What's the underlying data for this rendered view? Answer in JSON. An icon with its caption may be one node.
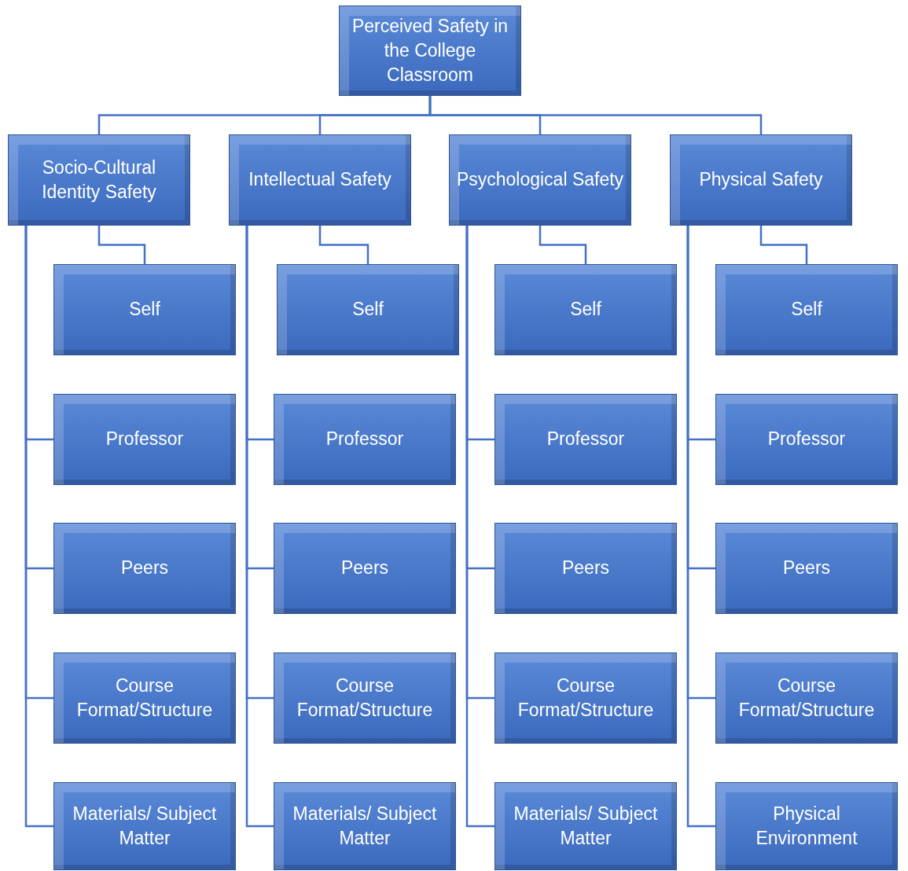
{
  "diagram": {
    "nodes": [
      {
        "text": [
          "Perceived Safety in the College Classroom"
        ]
      },
      {
        "text": [
          "Socio-Cultural Identity Safety"
        ]
      },
      {
        "text": [
          "Intellectual Safety"
        ]
      },
      {
        "text": [
          "Psychological Safety"
        ]
      },
      {
        "text": [
          "Physical Safety"
        ]
      },
      {
        "text": [
          "Self"
        ]
      },
      {
        "text": [
          "Professor"
        ]
      },
      {
        "text": [
          "Peers"
        ]
      },
      {
        "text": [
          "Course Format/Structure"
        ]
      },
      {
        "text": [
          "Materials/ Subject Matter"
        ]
      },
      {
        "text": [
          "Self"
        ]
      },
      {
        "text": [
          "Professor"
        ]
      },
      {
        "text": [
          "Peers"
        ]
      },
      {
        "text": [
          "Course Format/Structure"
        ]
      },
      {
        "text": [
          "Materials/ Subject Matter"
        ]
      },
      {
        "text": [
          "Self"
        ]
      },
      {
        "text": [
          "Professor"
        ]
      },
      {
        "text": [
          "Peers"
        ]
      },
      {
        "text": [
          "Course Format/Structure"
        ]
      },
      {
        "text": [
          "Materials/ Subject Matter"
        ]
      },
      {
        "text": [
          "Self"
        ]
      },
      {
        "text": [
          "Professor"
        ]
      },
      {
        "text": [
          "Peers"
        ]
      },
      {
        "text": [
          "Course Format/Structure"
        ]
      },
      {
        "text": [
          "Physical Environment"
        ]
      }
    ],
    "edges": [
      {
        "from": 0,
        "to": 1,
        "arrow": "none"
      },
      {
        "from": 0,
        "to": 2,
        "arrow": "none"
      },
      {
        "from": 0,
        "to": 3,
        "arrow": "none"
      },
      {
        "from": 0,
        "to": 4,
        "arrow": "none"
      },
      {
        "from": 1,
        "to": 5,
        "arrow": "none"
      },
      {
        "from": 1,
        "to": 6,
        "arrow": "none"
      },
      {
        "from": 1,
        "to": 7,
        "arrow": "none"
      },
      {
        "from": 1,
        "to": 8,
        "arrow": "none"
      },
      {
        "from": 1,
        "to": 9,
        "arrow": "none"
      },
      {
        "from": 2,
        "to": 10,
        "arrow": "none"
      },
      {
        "from": 2,
        "to": 11,
        "arrow": "none"
      },
      {
        "from": 2,
        "to": 12,
        "arrow": "none"
      },
      {
        "from": 2,
        "to": 13,
        "arrow": "none"
      },
      {
        "from": 2,
        "to": 14,
        "arrow": "none"
      },
      {
        "from": 3,
        "to": 15,
        "arrow": "none"
      },
      {
        "from": 3,
        "to": 16,
        "arrow": "none"
      },
      {
        "from": 3,
        "to": 17,
        "arrow": "none"
      },
      {
        "from": 3,
        "to": 18,
        "arrow": "none"
      },
      {
        "from": 3,
        "to": 19,
        "arrow": "none"
      },
      {
        "from": 4,
        "to": 20,
        "arrow": "none"
      },
      {
        "from": 4,
        "to": 21,
        "arrow": "none"
      },
      {
        "from": 4,
        "to": 22,
        "arrow": "none"
      },
      {
        "from": 4,
        "to": 23,
        "arrow": "none"
      },
      {
        "from": 4,
        "to": 24,
        "arrow": "none"
      }
    ]
  }
}
